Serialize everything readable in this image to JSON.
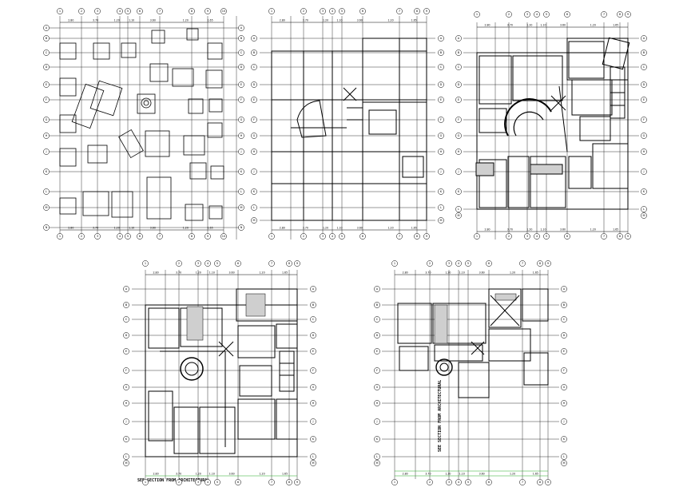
{
  "sheet": {
    "background": "#ffffff",
    "line_color": "#000000",
    "accent_dim_color": "#22aa22"
  },
  "plans": [
    {
      "id": "plan-1",
      "kind": "foundation",
      "top_axis_labels": [
        "1",
        "2",
        "3",
        "4",
        "5",
        "6",
        "7",
        "8",
        "9",
        "10"
      ],
      "left_axis_labels": [
        "A",
        "B",
        "C",
        "D",
        "E",
        "F",
        "G",
        "H",
        "J",
        "K",
        "L",
        "M",
        "N"
      ],
      "dimension_labels": [
        "2.80",
        "3.70",
        "1.20",
        "1.10",
        "3.60",
        "1.20",
        "1.65"
      ]
    },
    {
      "id": "plan-2",
      "kind": "ground-beam",
      "top_axis_labels": [
        "1",
        "2",
        "3",
        "4",
        "5",
        "6",
        "7",
        "8",
        "9"
      ],
      "left_axis_labels": [
        "A",
        "B",
        "C",
        "D",
        "E",
        "F",
        "G",
        "H",
        "J",
        "K",
        "L",
        "M"
      ],
      "dimension_labels": [
        "2.80",
        "3.70",
        "1.20",
        "1.10",
        "3.60",
        "1.20",
        "1.65"
      ]
    },
    {
      "id": "plan-3",
      "kind": "first-floor",
      "top_axis_labels": [
        "1",
        "2",
        "3",
        "4",
        "5",
        "6",
        "7",
        "8",
        "9"
      ],
      "left_axis_labels": [
        "A",
        "B",
        "C",
        "D",
        "E",
        "F",
        "G",
        "H",
        "J",
        "K",
        "L",
        "M"
      ],
      "dimension_labels": [
        "2.80",
        "3.70",
        "1.20",
        "1.10",
        "3.60",
        "1.20",
        "1.65"
      ]
    },
    {
      "id": "plan-4",
      "kind": "second-floor",
      "top_axis_labels": [
        "1",
        "2",
        "3",
        "4",
        "5",
        "6",
        "7",
        "8",
        "9"
      ],
      "left_axis_labels": [
        "A",
        "B",
        "C",
        "D",
        "E",
        "F",
        "G",
        "H",
        "J",
        "K",
        "L",
        "M"
      ],
      "dimension_labels": [
        "2.80",
        "3.70",
        "1.20",
        "1.10",
        "3.60",
        "1.20",
        "1.65"
      ],
      "title": "SEE SECTION FROM ARCHITECTURAL"
    },
    {
      "id": "plan-5",
      "kind": "roof",
      "top_axis_labels": [
        "1",
        "2",
        "3",
        "4",
        "5",
        "6",
        "7",
        "8",
        "9"
      ],
      "left_axis_labels": [
        "A",
        "B",
        "C",
        "D",
        "E",
        "F",
        "G",
        "H",
        "J",
        "K",
        "L",
        "M"
      ],
      "dimension_labels": [
        "2.80",
        "3.70",
        "1.20",
        "1.10",
        "3.60",
        "1.20",
        "1.65"
      ],
      "vertical_note": "SEE SECTION FROM ARCHITECTURAL"
    }
  ]
}
